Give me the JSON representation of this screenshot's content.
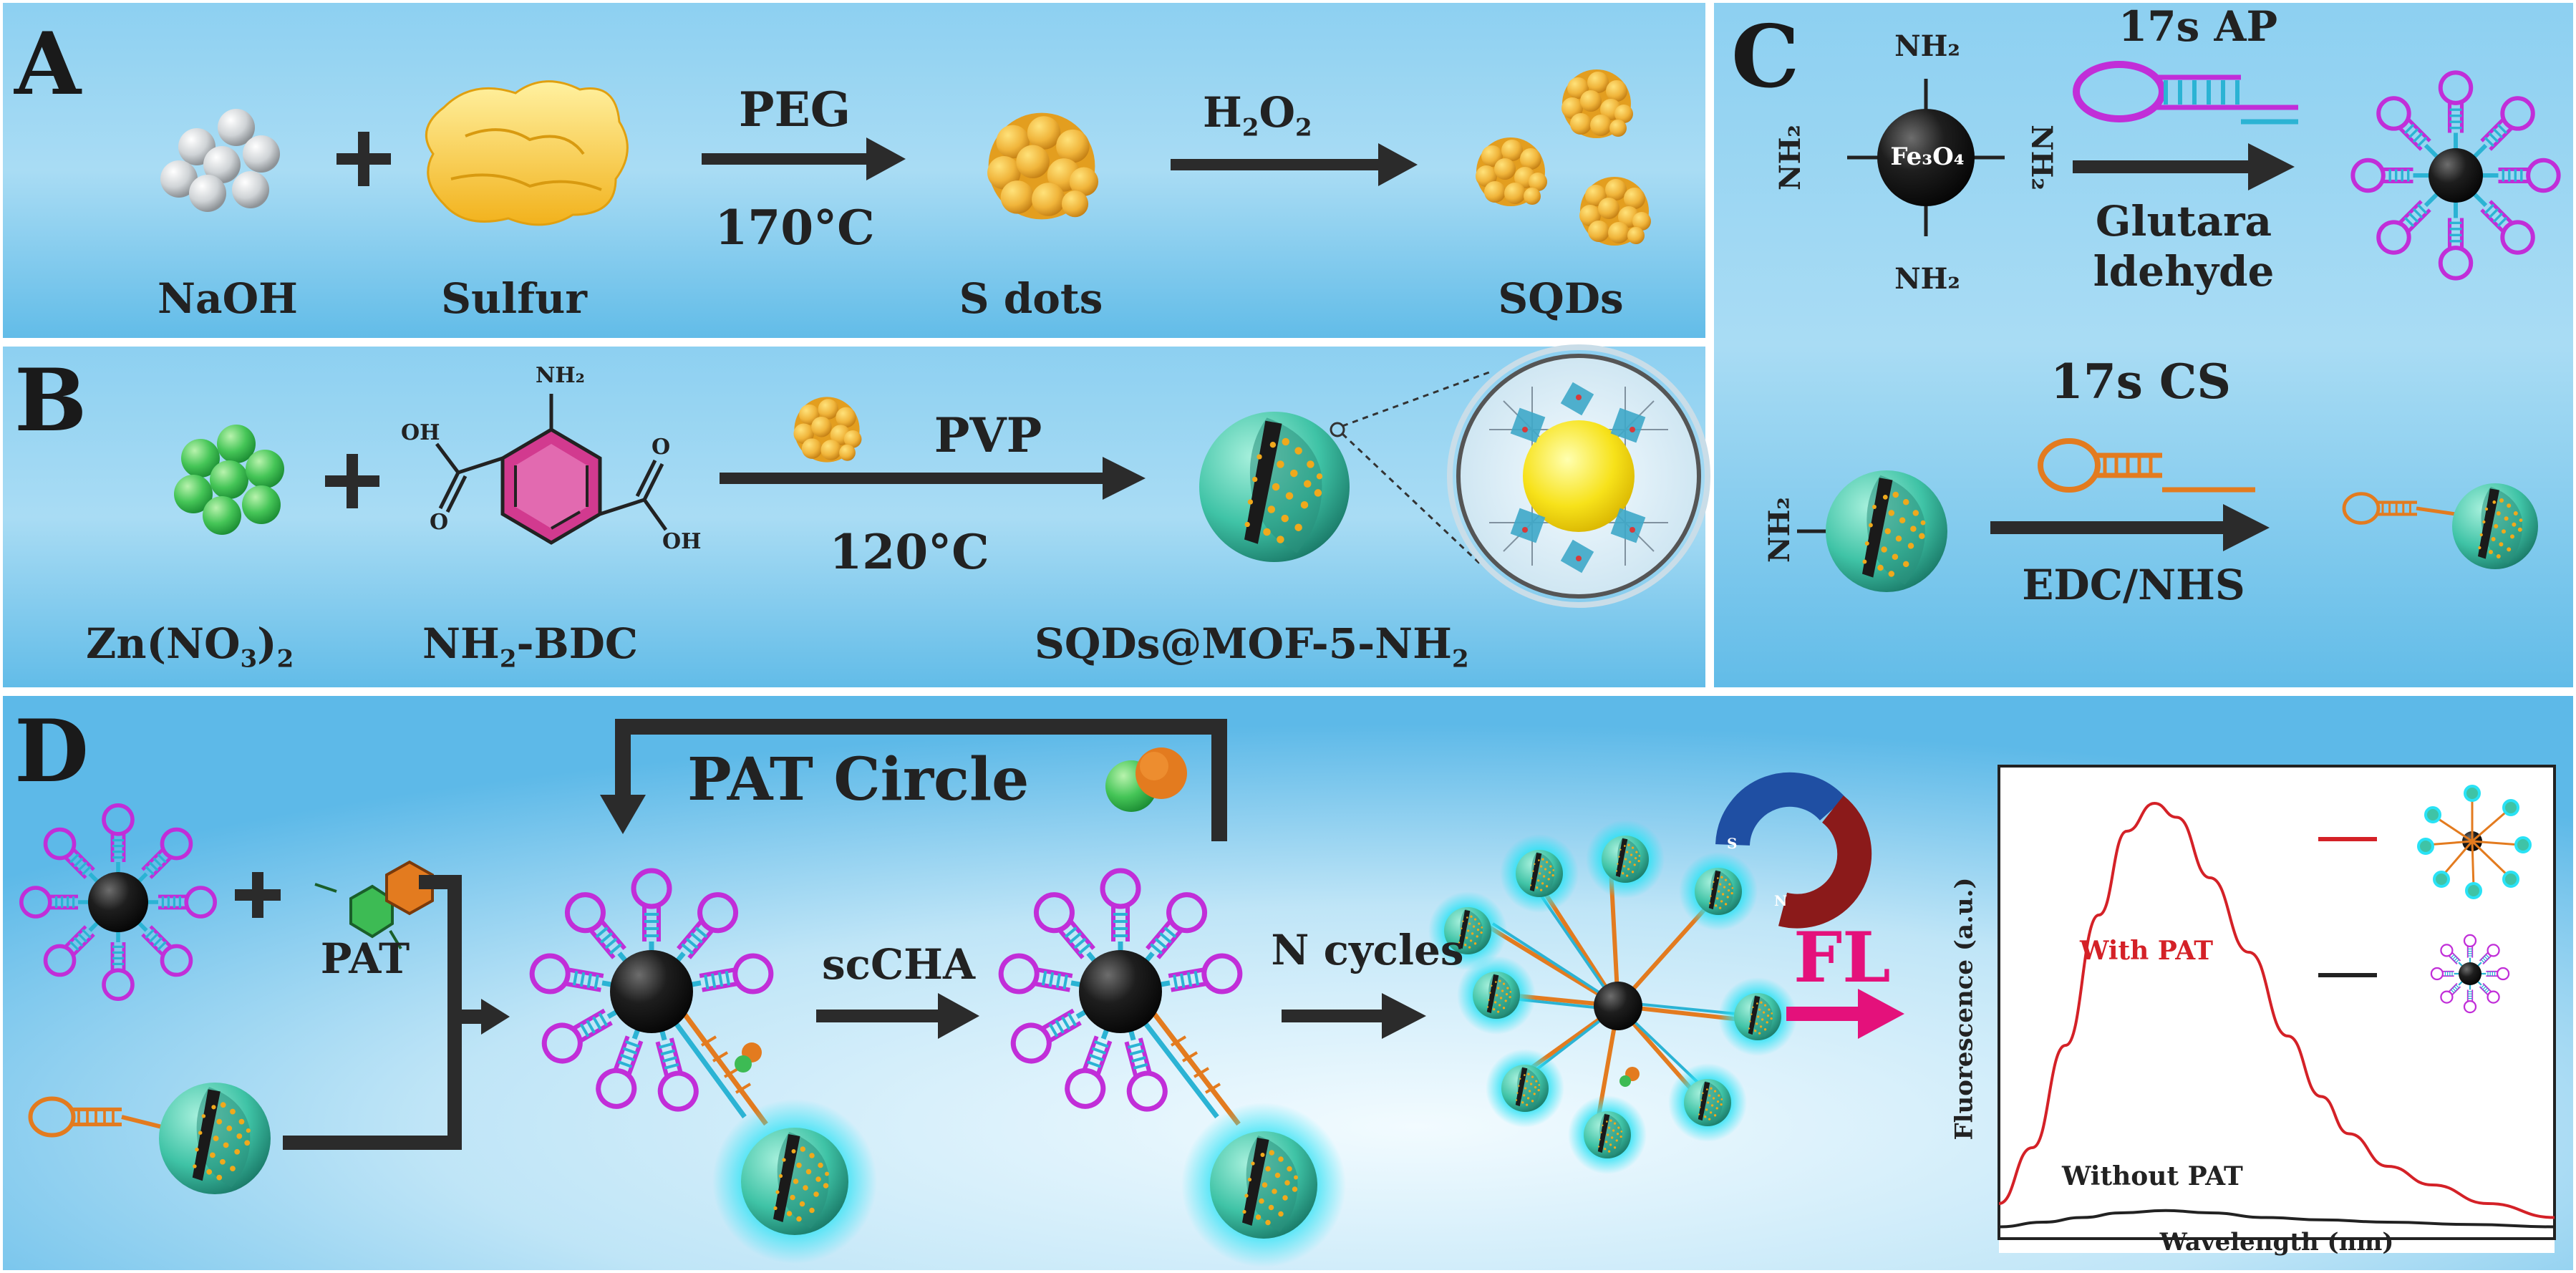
{
  "panels": {
    "A": {
      "letter": "A",
      "naoh": "NaOH",
      "sulfur": "Sulfur",
      "reagent1": "PEG",
      "temp1": "170°C",
      "s_dots": "S dots",
      "reagent2_main": "H",
      "reagent2_sub1": "2",
      "reagent2_mid": "O",
      "reagent2_sub2": "2",
      "sqds": "SQDs"
    },
    "B": {
      "letter": "B",
      "zn_main": "Zn(NO",
      "zn_sub": "3",
      "zn_close": ")",
      "zn_sub2": "2",
      "bdc_main": "NH",
      "bdc_sub": "2",
      "bdc_rest": "-BDC",
      "reagent": "PVP",
      "temp": "120°C",
      "product_main": "SQDs@MOF-5-NH",
      "product_sub": "2",
      "oh_top": "OH",
      "oh_bottom": "OH",
      "o_top": "O",
      "o_bottom": "O",
      "nh2_mol": "NH₂"
    },
    "C": {
      "letter": "C",
      "nh2": "NH₂",
      "fe3o4": "Fe₃O₄",
      "ap": "17s AP",
      "glut1": "Glutara",
      "glut2": "ldehyde",
      "cs": "17s CS",
      "edc": "EDC/NHS"
    },
    "D": {
      "letter": "D",
      "pat": "PAT",
      "pat_circle": "PAT Circle",
      "scCHA": "scCHA",
      "n_cycles": "N cycles",
      "fl": "FL",
      "magnet_s": "S",
      "magnet_n": "N"
    }
  },
  "chart_data": {
    "type": "line",
    "xlabel": "Wavelength (nm)",
    "ylabel": "Fluorescence (a.u.)",
    "series": [
      {
        "name": "With PAT",
        "color": "#d42127",
        "values": [
          [
            0,
            6
          ],
          [
            6,
            18
          ],
          [
            12,
            40
          ],
          [
            18,
            68
          ],
          [
            23,
            86
          ],
          [
            28,
            92
          ],
          [
            32,
            89
          ],
          [
            38,
            76
          ],
          [
            45,
            60
          ],
          [
            52,
            42
          ],
          [
            58,
            29
          ],
          [
            63,
            21
          ],
          [
            70,
            14
          ],
          [
            78,
            10
          ],
          [
            88,
            6
          ],
          [
            100,
            3
          ]
        ]
      },
      {
        "name": "Without PAT",
        "color": "#222222",
        "values": [
          [
            0,
            1
          ],
          [
            8,
            2
          ],
          [
            15,
            3
          ],
          [
            22,
            4
          ],
          [
            30,
            4.5
          ],
          [
            38,
            4
          ],
          [
            48,
            3
          ],
          [
            58,
            2.5
          ],
          [
            70,
            2
          ],
          [
            85,
            1.5
          ],
          [
            100,
            1
          ]
        ]
      }
    ],
    "xlim": [
      0,
      100
    ],
    "ylim": [
      0,
      100
    ],
    "grid": false,
    "legend": "right"
  },
  "colors": {
    "panel_blue_light": "#cde8f6",
    "panel_blue": "#4fb3e4",
    "arrow": "#2b2b2b",
    "teal": "#3fc9ac",
    "sulfur_yellow": "#f7c23a",
    "zn_green": "#3dbb54",
    "magenta": "#c12ed8",
    "cyan": "#2bb3d4",
    "orange": "#e37b1f",
    "pink_fl": "#e4117b"
  }
}
